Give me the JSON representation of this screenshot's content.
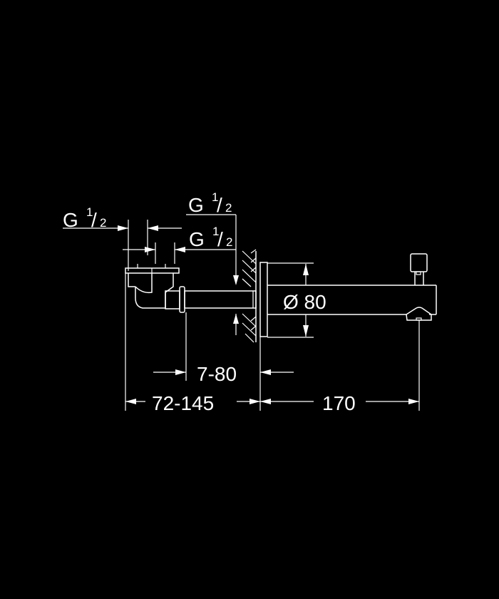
{
  "drawing": {
    "background": "#000000",
    "stroke": "#ffffff",
    "labels": {
      "thread_left": {
        "g": "G",
        "num": "1",
        "den": "2"
      },
      "thread_top": {
        "g": "G",
        "num": "1",
        "den": "2"
      },
      "thread_mid": {
        "g": "G",
        "num": "1",
        "den": "2"
      },
      "diameter": "Ø 80",
      "dim_wall": "7-80",
      "dim_body": "72-145",
      "dim_spout": "170"
    }
  }
}
